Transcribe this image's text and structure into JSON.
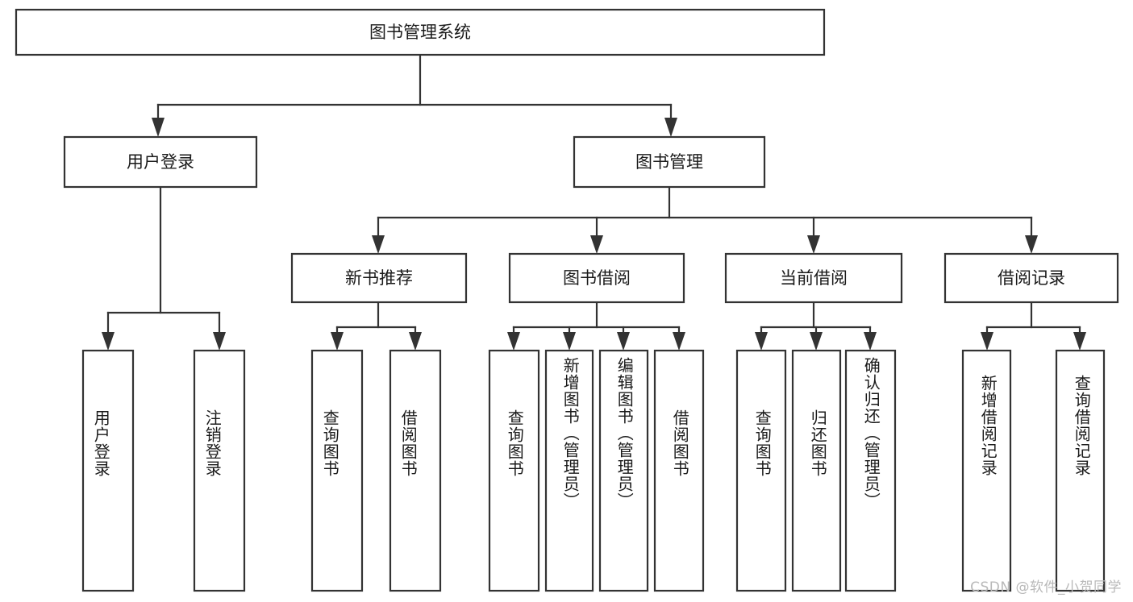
{
  "diagram": {
    "type": "tree",
    "title_node": {
      "id": "root",
      "label": "图书管理系统"
    },
    "level2": [
      {
        "id": "user-login",
        "label": "用户登录"
      },
      {
        "id": "book-manage",
        "label": "图书管理"
      }
    ],
    "level3": [
      {
        "id": "new-book-recommend",
        "label": "新书推荐",
        "parent": "book-manage"
      },
      {
        "id": "book-borrow",
        "label": "图书借阅",
        "parent": "book-manage"
      },
      {
        "id": "current-borrow",
        "label": "当前借阅",
        "parent": "book-manage"
      },
      {
        "id": "borrow-record",
        "label": "借阅记录",
        "parent": "book-manage"
      }
    ],
    "leaves": [
      {
        "id": "leaf-user-login",
        "label": "用户登录",
        "parent": "user-login"
      },
      {
        "id": "leaf-logout-login",
        "label": "注销登录",
        "parent": "user-login"
      },
      {
        "id": "leaf-query-book-1",
        "label": "查询图书",
        "parent": "new-book-recommend"
      },
      {
        "id": "leaf-borrow-book-1",
        "label": "借阅图书",
        "parent": "new-book-recommend"
      },
      {
        "id": "leaf-query-book-2",
        "label": "查询图书",
        "parent": "book-borrow"
      },
      {
        "id": "leaf-add-book",
        "label": "新增图书（管理员）",
        "parent": "book-borrow"
      },
      {
        "id": "leaf-edit-book",
        "label": "编辑图书（管理员）",
        "parent": "book-borrow"
      },
      {
        "id": "leaf-borrow-book-2",
        "label": "借阅图书",
        "parent": "book-borrow"
      },
      {
        "id": "leaf-query-book-3",
        "label": "查询图书",
        "parent": "current-borrow"
      },
      {
        "id": "leaf-return-book",
        "label": "归还图书",
        "parent": "current-borrow"
      },
      {
        "id": "leaf-confirm-return",
        "label": "确认归还（管理员）",
        "parent": "current-borrow"
      },
      {
        "id": "leaf-add-record",
        "label": "新增借阅记录",
        "parent": "borrow-record"
      },
      {
        "id": "leaf-query-record",
        "label": "查询借阅记录",
        "parent": "borrow-record"
      }
    ],
    "colors": {
      "stroke": "#333333",
      "fill": "#ffffff",
      "text": "#1a1a1a",
      "watermark": "#b9b9b9"
    }
  },
  "watermark": {
    "text": "CSDN @软件_小贺同学"
  }
}
